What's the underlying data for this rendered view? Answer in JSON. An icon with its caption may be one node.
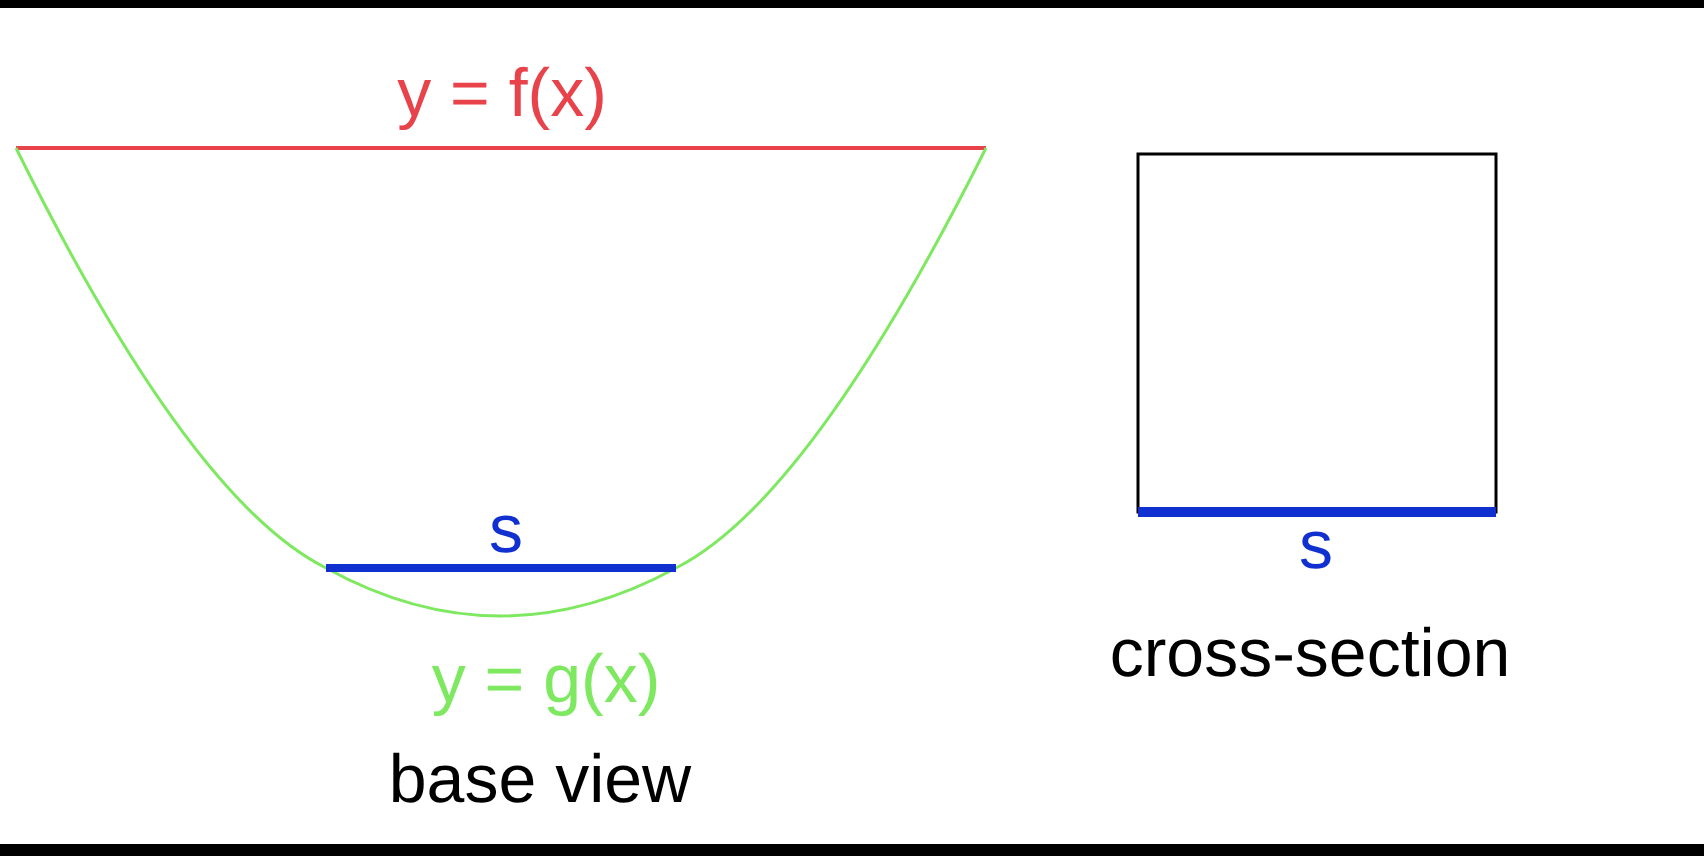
{
  "diagram": {
    "labels": [
      "y = f(x)",
      "s",
      "y = g(x)",
      "base view",
      "s",
      "cross-section"
    ]
  }
}
